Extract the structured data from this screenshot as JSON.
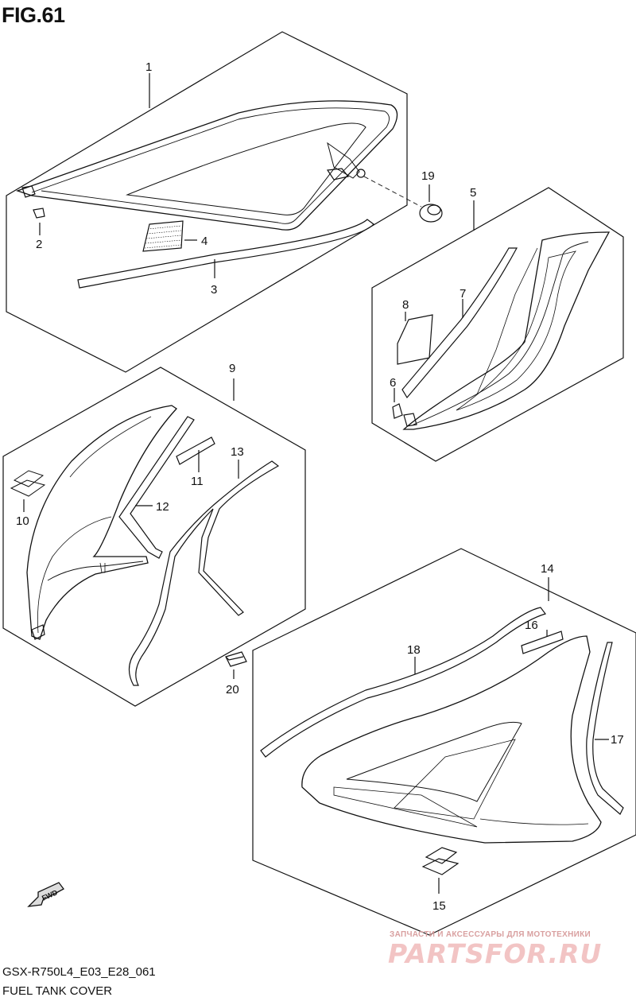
{
  "figure": {
    "title": "FIG.61"
  },
  "diagram_code": "GSX-R750L4_E03_E28_061",
  "diagram_name": "FUEL TANK COVER",
  "fwd_label": "FWD",
  "watermark": {
    "line1": "ЗАПЧАСТИ И АКСЕССУАРЫ ДЛЯ МОТОТЕХНИКИ",
    "logo": "PARTSFOR.RU"
  },
  "parts": {
    "p1": "1",
    "p2": "2",
    "p3": "3",
    "p4": "4",
    "p5": "5",
    "p6": "6",
    "p7": "7",
    "p8": "8",
    "p9": "9",
    "p10": "10",
    "p11": "11",
    "p12": "12",
    "p13": "13",
    "p14": "14",
    "p15": "15",
    "p16": "16",
    "p17": "17",
    "p18": "18",
    "p19": "19",
    "p20": "20"
  },
  "colors": {
    "line": "#111111",
    "background": "#ffffff",
    "watermark": "#f2c4c4"
  }
}
